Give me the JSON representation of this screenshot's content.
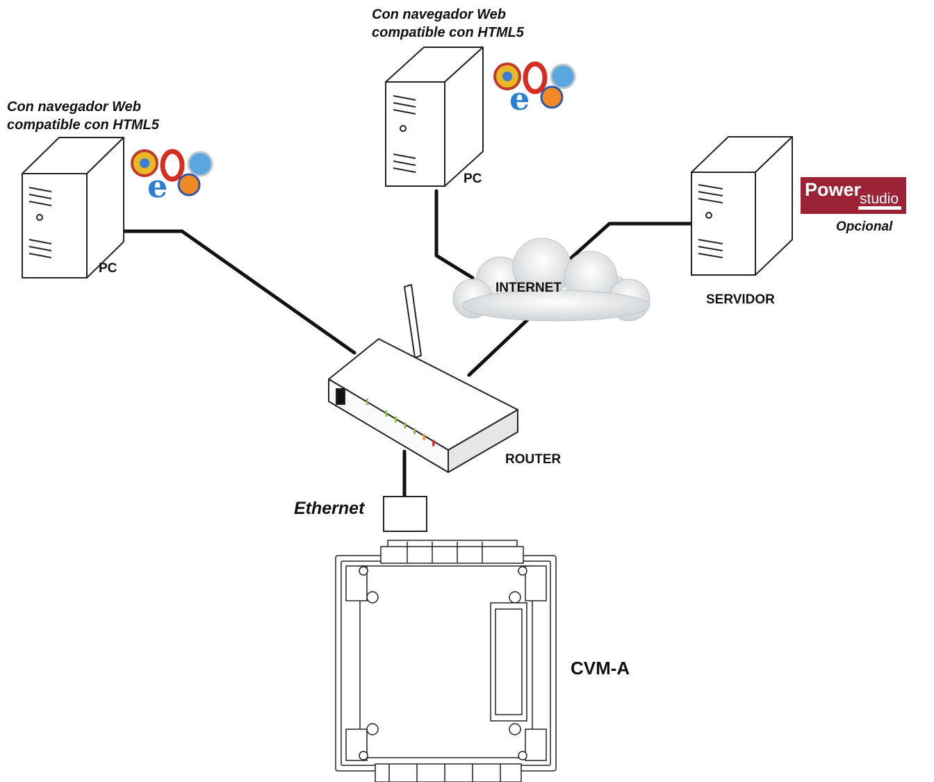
{
  "pc_left": {
    "caption_line1": "Con navegador Web",
    "caption_line2": "compatible con HTML5",
    "label": "PC"
  },
  "pc_top": {
    "caption_line1": "Con navegador Web",
    "caption_line2": "compatible con HTML5",
    "label": "PC"
  },
  "internet": {
    "label": "INTERNET"
  },
  "server": {
    "label": "SERVIDOR",
    "software_logo": {
      "text_main": "Power",
      "text_sub": "studio",
      "note": "Opcional"
    }
  },
  "router": {
    "label": "ROUTER",
    "led_colors": [
      "#8cc63f",
      "#8cc63f",
      "#8cc63f",
      "#8cc63f",
      "#8cc63f",
      "#f7941d",
      "#ed1c24"
    ]
  },
  "link": {
    "label": "Ethernet"
  },
  "device": {
    "label": "CVM-A"
  },
  "colors": {
    "powerstudio_brand": "#9b2335",
    "cable": "#111111"
  },
  "icons": [
    "pc-tower-icon",
    "browser-logos-icon",
    "cloud-icon",
    "router-icon",
    "server-tower-icon",
    "powerstudio-logo",
    "cvm-a-device-icon"
  ]
}
